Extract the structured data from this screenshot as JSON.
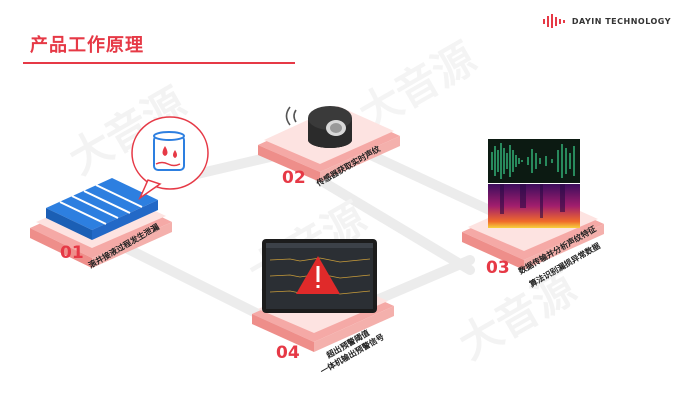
{
  "title": "产品工作原理",
  "brand": {
    "name": "DAYIN TECHNOLOGY"
  },
  "watermark": "大音源",
  "steps": [
    {
      "number": "01",
      "lines": [
        "滚井接液过程发生泄漏"
      ]
    },
    {
      "number": "02",
      "lines": [
        "传感器获取实时声纹"
      ]
    },
    {
      "number": "03",
      "lines": [
        "数据传输并分析声纹特征",
        "算法识别漏损异常数据"
      ]
    },
    {
      "number": "04",
      "lines": [
        "超出预警阈值",
        "一体机输出预警信号"
      ]
    }
  ],
  "colors": {
    "accent": "#e63946",
    "platform": "#f7b6b3",
    "platformTop": "#fde4e2",
    "pallet": "#2d7fe0"
  },
  "icons": [
    "pallet-icon",
    "barrel-leak-icon",
    "acoustic-sensor-icon",
    "waveform-icon",
    "spectrogram-icon",
    "monitor-warning-icon"
  ]
}
